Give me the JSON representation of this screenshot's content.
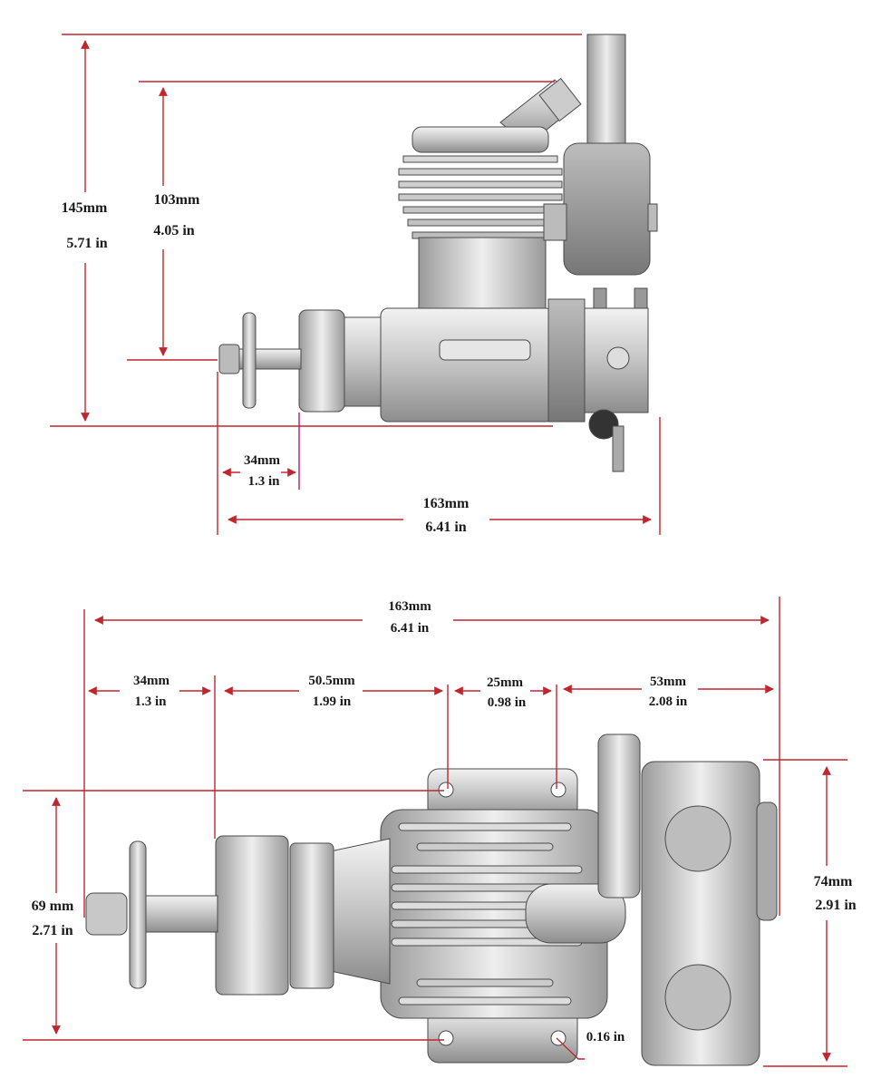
{
  "side_view": {
    "height_total": {
      "mm": "145mm",
      "in": "5.71 in"
    },
    "height_cylinder": {
      "mm": "103mm",
      "in": "4.05 in"
    },
    "prop_offset": {
      "mm": "34mm",
      "in": "1.3 in"
    },
    "length_total": {
      "mm": "163mm",
      "in": "6.41 in"
    }
  },
  "top_view": {
    "length_total": {
      "mm": "163mm",
      "in": "6.41 in"
    },
    "seg1": {
      "mm": "34mm",
      "in": "1.3 in"
    },
    "seg2": {
      "mm": "50.5mm",
      "in": "1.99 in"
    },
    "seg3": {
      "mm": "25mm",
      "in": "0.98 in"
    },
    "seg4": {
      "mm": "53mm",
      "in": "2.08 in"
    },
    "mount_width": {
      "mm": "69 mm",
      "in": "2.71 in"
    },
    "muffler_width": {
      "mm": "74mm",
      "in": "2.91 in"
    },
    "hole_dia": {
      "in": "0.16 in"
    }
  },
  "colors": {
    "dimension_line": "#c0262d",
    "metal_light": "#d9d9d9",
    "metal_dark": "#8a8a8a"
  }
}
